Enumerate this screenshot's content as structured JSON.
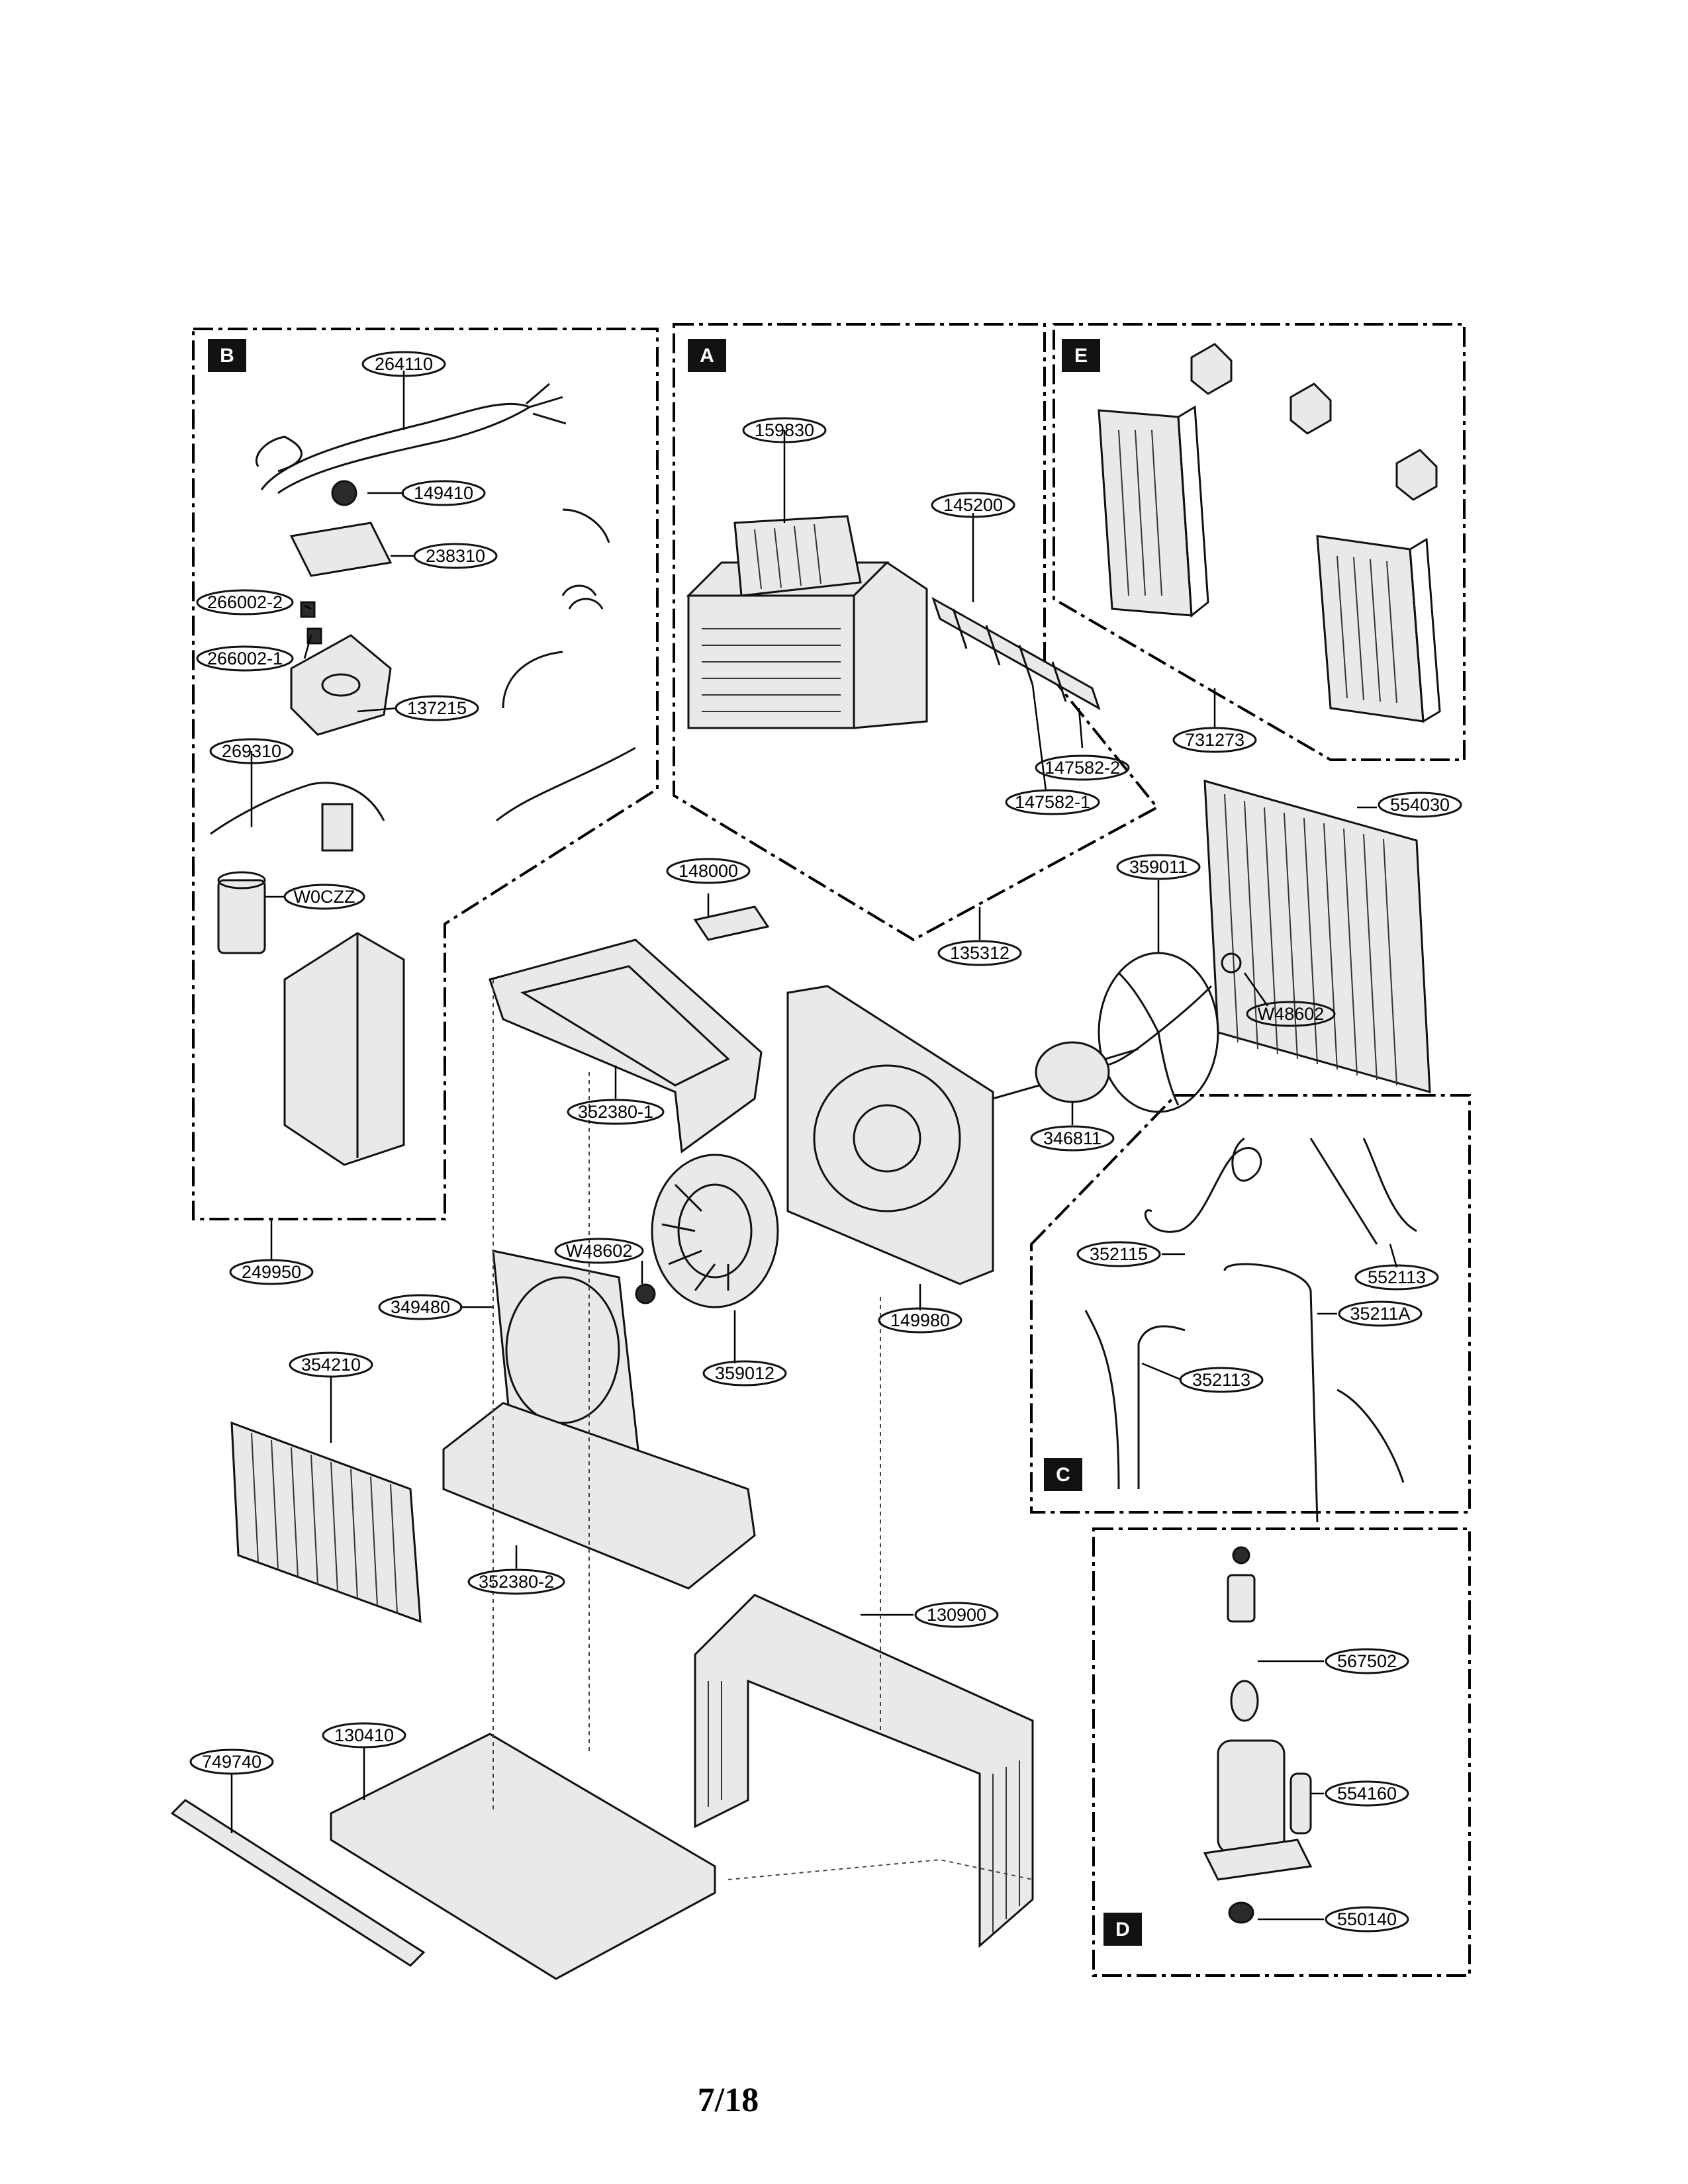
{
  "page": {
    "number": "7/18"
  },
  "panels": {
    "A": {
      "letter": "A"
    },
    "B": {
      "letter": "B"
    },
    "C": {
      "letter": "C"
    },
    "D": {
      "letter": "D"
    },
    "E": {
      "letter": "E"
    }
  },
  "callouts": {
    "c264110": "264110",
    "c149410": "149410",
    "c238310": "238310",
    "c266002_2": "266002-2",
    "c266002_1": "266002-1",
    "c137215": "137215",
    "c269310": "269310",
    "cW0CZZ": "W0CZZ",
    "c249950": "249950",
    "c159830": "159830",
    "c145200": "145200",
    "c147582_2": "147582-2",
    "c147582_1": "147582-1",
    "c731273": "731273",
    "c554030": "554030",
    "c148000": "148000",
    "c135312": "135312",
    "c359011": "359011",
    "cW48602a": "W48602",
    "c352380_1": "352380-1",
    "c346811": "346811",
    "cW48602b": "W48602",
    "c349480": "349480",
    "c359012": "359012",
    "c149980": "149980",
    "c354210": "354210",
    "c352380_2": "352380-2",
    "c352115": "352115",
    "c552113": "552113",
    "c35211A": "35211A",
    "c352113": "352113",
    "c130900": "130900",
    "c130410": "130410",
    "c749740": "749740",
    "c567502": "567502",
    "c554160": "554160",
    "c550140": "550140"
  }
}
